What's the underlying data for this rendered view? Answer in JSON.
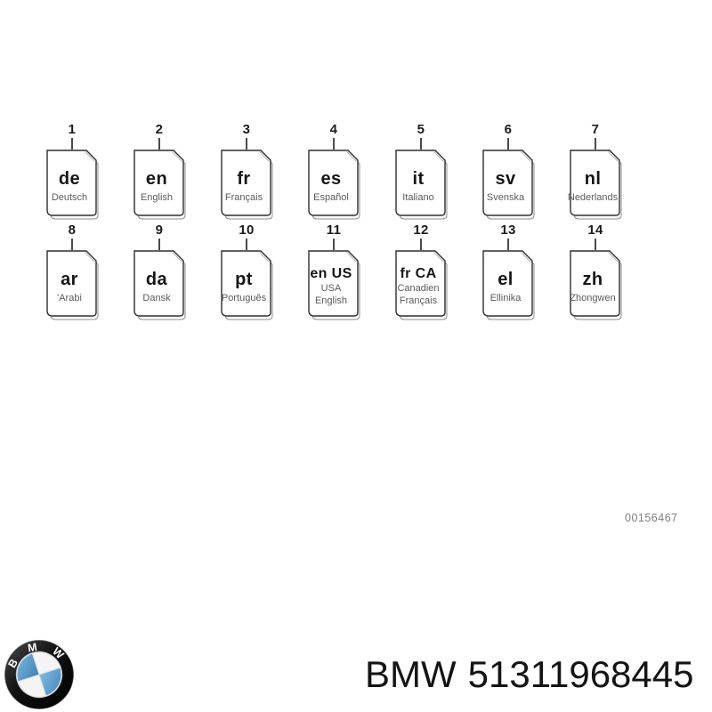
{
  "diagram": {
    "figure_number": "00156467",
    "rows": [
      {
        "items": [
          {
            "number": "1",
            "code": "de",
            "names": [
              "Deutsch"
            ]
          },
          {
            "number": "2",
            "code": "en",
            "names": [
              "English"
            ]
          },
          {
            "number": "3",
            "code": "fr",
            "names": [
              "Français"
            ]
          },
          {
            "number": "4",
            "code": "es",
            "names": [
              "Español"
            ]
          },
          {
            "number": "5",
            "code": "it",
            "names": [
              "Italiano"
            ]
          },
          {
            "number": "6",
            "code": "sv",
            "names": [
              "Svenska"
            ]
          },
          {
            "number": "7",
            "code": "nl",
            "names": [
              "Nederlands"
            ]
          }
        ]
      },
      {
        "items": [
          {
            "number": "8",
            "code": "ar",
            "names": [
              "'Arabi"
            ]
          },
          {
            "number": "9",
            "code": "da",
            "names": [
              "Dansk"
            ]
          },
          {
            "number": "10",
            "code": "pt",
            "names": [
              "Português"
            ]
          },
          {
            "number": "11",
            "code": "en US",
            "names": [
              "USA",
              "English"
            ]
          },
          {
            "number": "12",
            "code": "fr CA",
            "names": [
              "Canadien",
              "Français"
            ]
          },
          {
            "number": "13",
            "code": "el",
            "names": [
              "Ellinika"
            ]
          },
          {
            "number": "14",
            "code": "zh",
            "names": [
              "Zhongwen"
            ]
          }
        ]
      }
    ]
  },
  "footer": {
    "brand": "BMW",
    "part_number": "51311968445",
    "logo": {
      "icon": "bmw-roundel",
      "letters": "B M W",
      "ring_color": "#0d0d0d",
      "blue_color": "#4e96c8"
    }
  }
}
